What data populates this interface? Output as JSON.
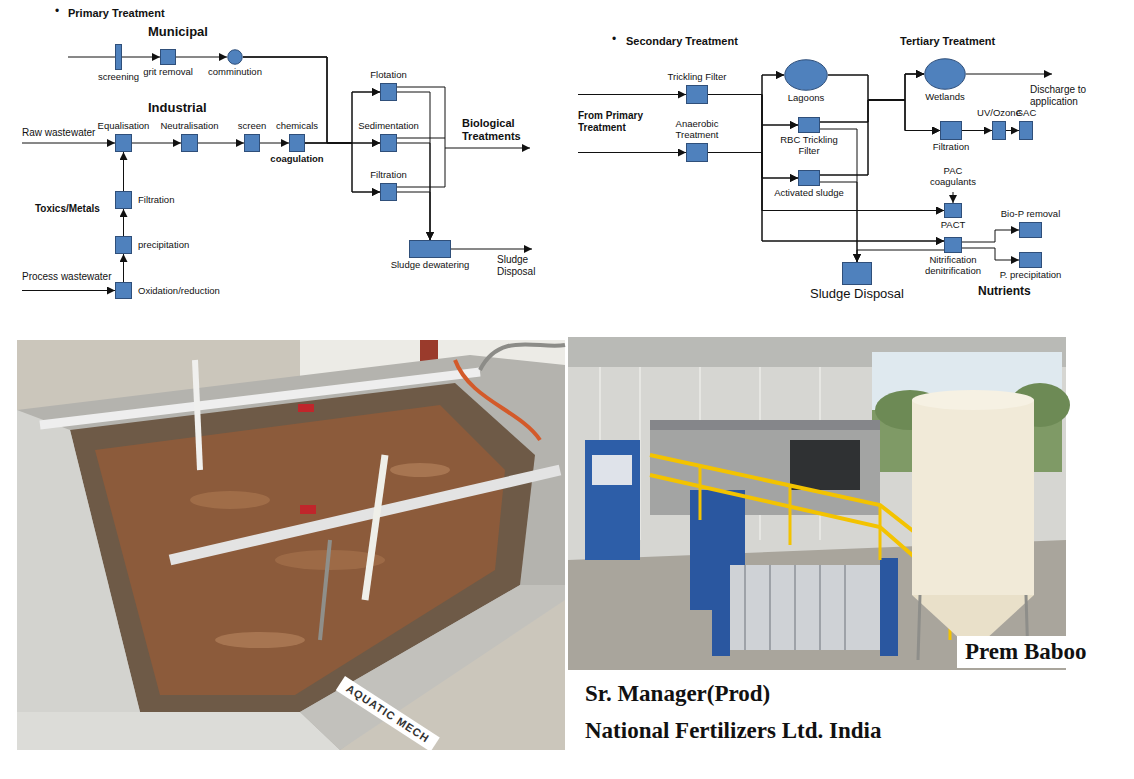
{
  "diagram": {
    "nodes": [
      {
        "text": [
          "screening"
        ]
      },
      {
        "text": [
          "grit removal"
        ]
      },
      {
        "text": [
          "comminution"
        ]
      },
      {
        "text": [
          "Equalisation"
        ]
      },
      {
        "text": [
          "Neutralisation"
        ]
      },
      {
        "text": [
          "screen"
        ]
      },
      {
        "text": [
          "chemicals",
          "coagulation"
        ]
      },
      {
        "text": [
          "Flotation"
        ]
      },
      {
        "text": [
          "Sedimentation"
        ]
      },
      {
        "text": [
          "Filtration"
        ]
      },
      {
        "text": [
          "Filtration"
        ]
      },
      {
        "text": [
          "precipitation"
        ]
      },
      {
        "text": [
          "Oxidation/reduction"
        ]
      },
      {
        "text": [
          "Sludge dewatering"
        ]
      },
      {
        "text": [
          "Trickling Filter"
        ]
      },
      {
        "text": [
          "Anaerobic Treatment"
        ]
      },
      {
        "text": [
          "Lagoons"
        ]
      },
      {
        "text": [
          "RBC Trickling Filter"
        ]
      },
      {
        "text": [
          "Activated sludge"
        ]
      },
      {
        "text": [
          "Wetlands"
        ]
      },
      {
        "text": [
          "Filtration"
        ]
      },
      {
        "text": [
          "UV/Ozone"
        ]
      },
      {
        "text": [
          "GAC"
        ]
      },
      {
        "text": [
          "PACT"
        ]
      },
      {
        "text": [
          "Nitrification denitrification"
        ]
      },
      {
        "text": [
          "Bio-P removal"
        ]
      },
      {
        "text": [
          "P. precipitation"
        ]
      },
      {
        "text": [
          "Sludge Disposal"
        ]
      }
    ],
    "edges": [
      {
        "from": 0,
        "to": 1,
        "arrow": "to"
      },
      {
        "from": 1,
        "to": 2,
        "arrow": "to"
      },
      {
        "from": 2,
        "to": 7,
        "arrow": "to"
      },
      {
        "from": 2,
        "to": 8,
        "arrow": "to"
      },
      {
        "from": 2,
        "to": 9,
        "arrow": "to"
      },
      {
        "from": 3,
        "to": 4,
        "arrow": "to"
      },
      {
        "from": 4,
        "to": 5,
        "arrow": "to"
      },
      {
        "from": 5,
        "to": 6,
        "arrow": "to"
      },
      {
        "from": 6,
        "to": 7,
        "arrow": "to"
      },
      {
        "from": 6,
        "to": 8,
        "arrow": "to"
      },
      {
        "from": 6,
        "to": 9,
        "arrow": "to"
      },
      {
        "from": 12,
        "to": 11,
        "arrow": "to"
      },
      {
        "from": 11,
        "to": 10,
        "arrow": "to"
      },
      {
        "from": 10,
        "to": 3,
        "arrow": "to"
      },
      {
        "from": 7,
        "to": 13,
        "arrow": "to"
      },
      {
        "from": 8,
        "to": 13,
        "arrow": "to"
      },
      {
        "from": 9,
        "to": 13,
        "arrow": "to"
      },
      {
        "from": 14,
        "to": 16,
        "arrow": "to"
      },
      {
        "from": 14,
        "to": 17,
        "arrow": "to"
      },
      {
        "from": 14,
        "to": 18,
        "arrow": "to"
      },
      {
        "from": 14,
        "to": 23,
        "arrow": "to"
      },
      {
        "from": 14,
        "to": 24,
        "arrow": "to"
      },
      {
        "from": 15,
        "to": 16,
        "arrow": "to"
      },
      {
        "from": 15,
        "to": 17,
        "arrow": "to"
      },
      {
        "from": 15,
        "to": 18,
        "arrow": "to"
      },
      {
        "from": 15,
        "to": 23,
        "arrow": "to"
      },
      {
        "from": 15,
        "to": 24,
        "arrow": "to"
      },
      {
        "from": 16,
        "to": 19,
        "arrow": "to"
      },
      {
        "from": 16,
        "to": 20,
        "arrow": "to"
      },
      {
        "from": 17,
        "to": 19,
        "arrow": "to"
      },
      {
        "from": 17,
        "to": 20,
        "arrow": "to"
      },
      {
        "from": 18,
        "to": 19,
        "arrow": "to"
      },
      {
        "from": 18,
        "to": 20,
        "arrow": "to"
      },
      {
        "from": 17,
        "to": 27,
        "arrow": "to"
      },
      {
        "from": 18,
        "to": 27,
        "arrow": "to"
      },
      {
        "from": 20,
        "to": 21,
        "arrow": "to"
      },
      {
        "from": 21,
        "to": 22,
        "arrow": "to"
      },
      {
        "from": 24,
        "to": 25,
        "arrow": "to"
      },
      {
        "from": 24,
        "to": 26,
        "arrow": "to"
      },
      {
        "from": 24,
        "to": 27,
        "arrow": "to"
      }
    ],
    "labels": [
      "•",
      "Primary Treatment",
      "Municipal",
      "Industrial",
      "Raw wastewater",
      "Toxics/Metals",
      "Process wastewater",
      "Biological Treatments",
      "Sludge Disposal",
      "•",
      "Secondary Treatment",
      "Tertiary Treatment",
      "From Primary Treatment",
      "Discharge to application",
      "PAC coagulants",
      "Nutrients",
      "AQUATIC MECH",
      "Prem Baboo",
      "Sr. Manager(Prod)",
      "National Fertilizers Ltd. India"
    ]
  }
}
